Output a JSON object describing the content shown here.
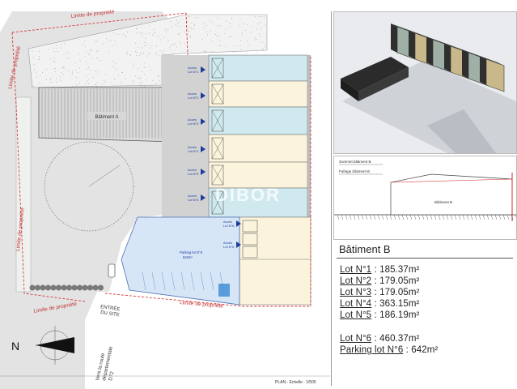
{
  "plan": {
    "boundary_labels": [
      "Limite de propriété",
      "Limite de propriété",
      "Limite de propriété",
      "Limite de propriété",
      "Limite de propriété"
    ],
    "building_a_label": "Bâtiment A",
    "entry_label": [
      "ENTRÉE",
      "DU SITE"
    ],
    "road_label": [
      "Vers la route",
      "départementale",
      "D72"
    ],
    "access_labels": [
      {
        "line1": "Accès",
        "line2": "Lot N°1"
      },
      {
        "line1": "Accès",
        "line2": "Lot N°2"
      },
      {
        "line1": "Accès",
        "line2": "Lot N°3"
      },
      {
        "line1": "Accès",
        "line2": "Lot N°4"
      },
      {
        "line1": "Accès",
        "line2": "Lot N°5"
      },
      {
        "line1": "Accès",
        "line2": "Lot N°6"
      },
      {
        "line1": "Accès",
        "line2": "Lot N°6"
      },
      {
        "line1": "Accès",
        "line2": "Lot N°6"
      }
    ],
    "parking_label": [
      "Parking lot N°6",
      "642m²"
    ],
    "footer_text": "PLAN - Echelle : 1/500",
    "north_label": "N",
    "watermark": "DIBOR",
    "colors": {
      "lot_cyan": "#cfe9ef",
      "lot_cream": "#fbf3dc",
      "parking_blue": "#d6e6f7",
      "access_blue": "#1f3c9b",
      "boundary_red": "#d63a3a",
      "road_gray": "#dcdcdc"
    }
  },
  "section": {
    "labels": [
      "Sommet bâtiment B",
      "Faîtage bâtiment B"
    ],
    "building_label": "Bâtiment B"
  },
  "legend": {
    "title": "Bâtiment B",
    "lots": [
      {
        "key": "Lot N°1",
        "value": ": 185.37m²"
      },
      {
        "key": "Lot N°2",
        "value": ": 179.05m²"
      },
      {
        "key": "Lot N°3",
        "value": ": 179.05m²"
      },
      {
        "key": "Lot N°4",
        "value": ": 363.15m²"
      },
      {
        "key": "Lot N°5",
        "value": ": 186.19m²"
      }
    ],
    "lot6": {
      "key": "Lot N°6",
      "value": ": 460.37m²"
    },
    "parking": {
      "key": "Parking lot N°6",
      "value": ": 642m²"
    }
  }
}
